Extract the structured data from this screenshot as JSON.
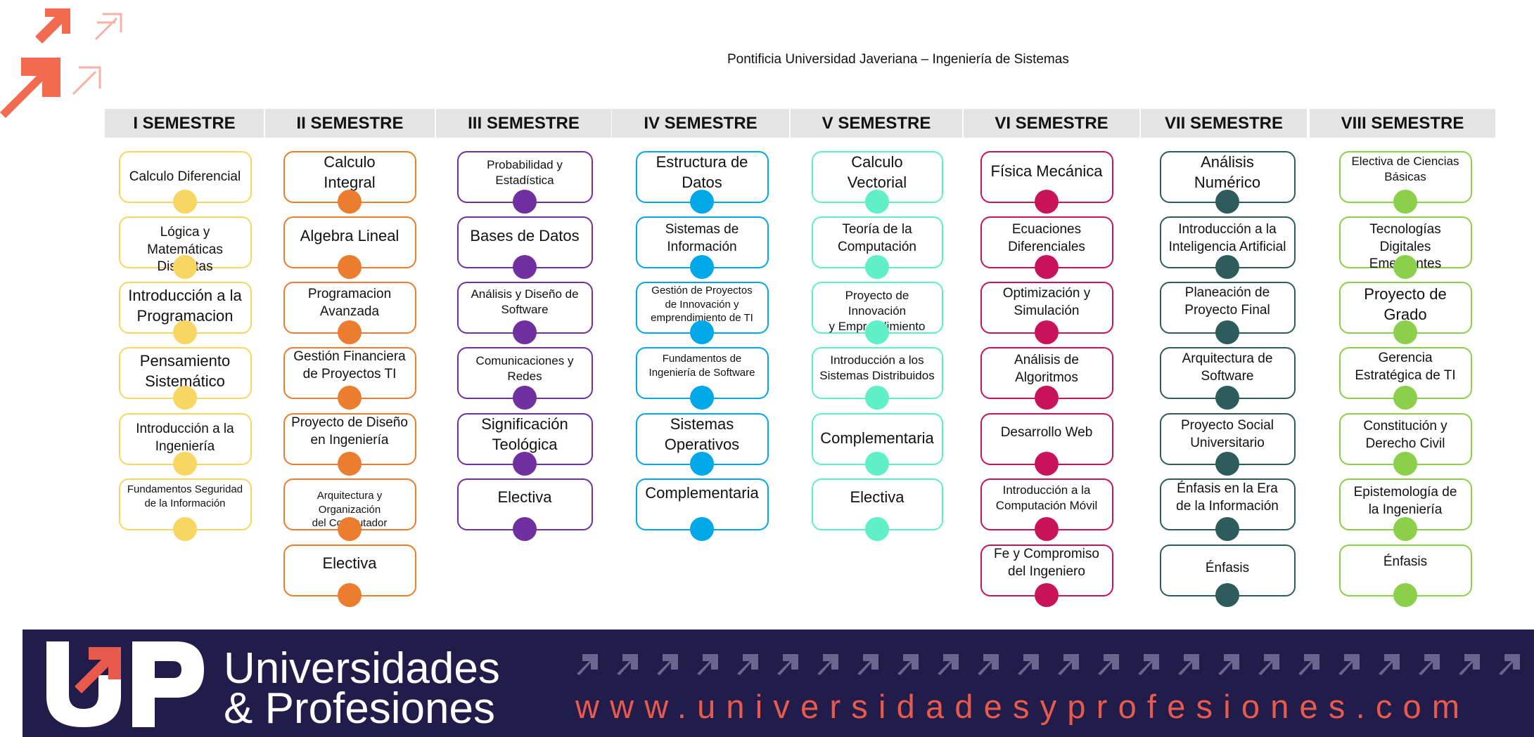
{
  "header": {
    "title": "Pontificia Universidad Javeriana –  Ingeniería de Sistemas"
  },
  "semesters": [
    {
      "label": "I SEMESTRE",
      "color": "#f7d663",
      "courses": [
        "Calculo Diferencial",
        "Lógica y Matemáticas\nDiscretas",
        "Introducción a la\nProgramacion",
        "Pensamiento\nSistemático",
        "Introducción a la\nIngeniería",
        "Fundamentos Seguridad\nde la Información"
      ]
    },
    {
      "label": "II SEMESTRE",
      "color": "#ec7c30",
      "courses": [
        "Calculo\nIntegral",
        "Algebra Lineal",
        "Programacion\nAvanzada",
        "Gestión Financiera\nde Proyectos TI",
        "Proyecto de Diseño\nen Ingeniería",
        "Arquitectura y Organización\ndel Computador",
        "Electiva"
      ]
    },
    {
      "label": "III SEMESTRE",
      "color": "#7030a0",
      "courses": [
        "Probabilidad y\nEstadística",
        "Bases de Datos",
        "Análisis y Diseño de\nSoftware",
        "Comunicaciones y\nRedes",
        "Significación\nTeológica",
        "Electiva"
      ]
    },
    {
      "label": "IV SEMESTRE",
      "color": "#00a8e8",
      "courses": [
        "Estructura de\nDatos",
        "Sistemas de\nInformación",
        "Gestión de Proyectos\nde Innovación y\nemprendimiento de TI",
        "Fundamentos de\nIngeniería de Software",
        "Sistemas\nOperativos",
        "Complementaria"
      ]
    },
    {
      "label": "V SEMESTRE",
      "color": "#5ff0c8",
      "courses": [
        "Calculo\nVectorial",
        "Teoría de la\nComputación",
        "Proyecto de Innovación\ny Emprendimiento",
        "Introducción a los\nSistemas Distribuidos",
        "Complementaria",
        "Electiva"
      ]
    },
    {
      "label": "VI SEMESTRE",
      "color": "#c8125a",
      "courses": [
        "Física Mecánica",
        "Ecuaciones\nDiferenciales",
        "Optimización y\nSimulación",
        "Análisis de\nAlgoritmos",
        "Desarrollo Web",
        "Introducción a la\nComputación Móvil",
        "Fe y Compromiso\ndel Ingeniero"
      ]
    },
    {
      "label": "VII SEMESTRE",
      "color": "#2e5c5c",
      "courses": [
        "Análisis\nNumérico",
        "Introducción a la\nInteligencia Artificial",
        "Planeación de\nProyecto Final",
        "Arquitectura de\nSoftware",
        "Proyecto Social\nUniversitario",
        "Énfasis en la Era\nde la Información",
        "Énfasis"
      ]
    },
    {
      "label": "VIII SEMESTRE",
      "color": "#8ccf4a",
      "courses": [
        "Electiva de Ciencias\nBásicas",
        "Tecnologías Digitales\nEmergentes",
        "Proyecto de\nGrado",
        "Gerencia\nEstratégica de TI",
        "Constitución y\nDerecho Civil",
        "Epistemología de\nla Ingeniería",
        "Énfasis"
      ]
    }
  ],
  "banner": {
    "brand_line1": "Universidades",
    "brand_line2": "& Profesiones",
    "website": "www.universidadesyprofesiones.com",
    "logo_text": "UP",
    "background": "#221c4a",
    "accent": "#e85a4c"
  }
}
